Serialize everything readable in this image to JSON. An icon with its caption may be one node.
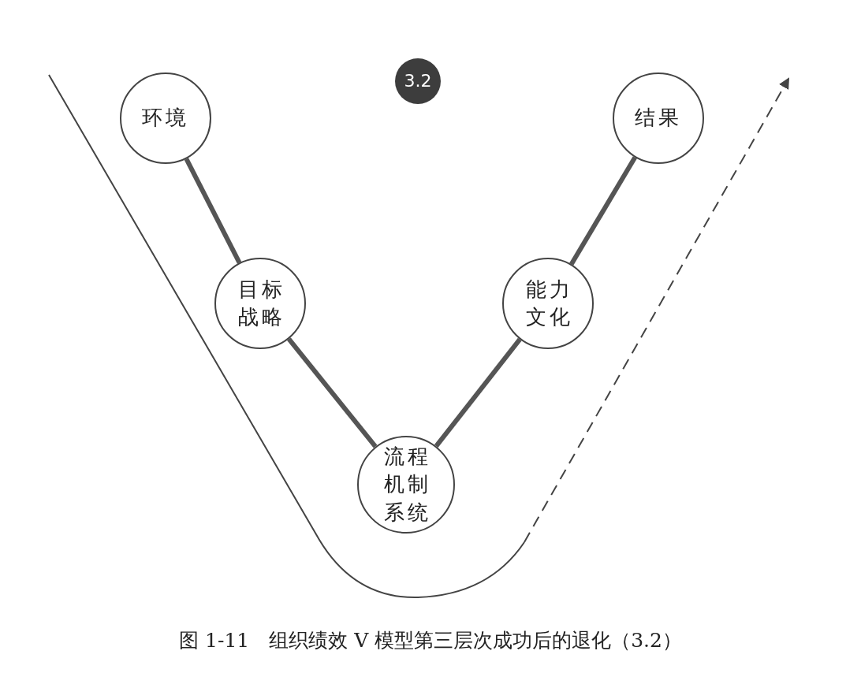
{
  "diagram": {
    "caption": "图 1-11　组织绩效 V 模型第三层次成功后的退化（3.2）",
    "nodes": [
      {
        "text": [
          "环境"
        ]
      },
      {
        "text": [
          "目标战略"
        ]
      },
      {
        "text": [
          "流程机制系统"
        ]
      },
      {
        "text": [
          "能力文化"
        ]
      },
      {
        "text": [
          "结果"
        ]
      },
      {
        "text": [
          "3.2"
        ]
      }
    ],
    "edges": [
      {
        "from": 0,
        "to": 1,
        "arrow": "none"
      },
      {
        "from": 1,
        "to": 2,
        "arrow": "none"
      },
      {
        "from": 2,
        "to": 3,
        "arrow": "none"
      },
      {
        "from": 3,
        "to": 4,
        "arrow": "none"
      }
    ]
  }
}
